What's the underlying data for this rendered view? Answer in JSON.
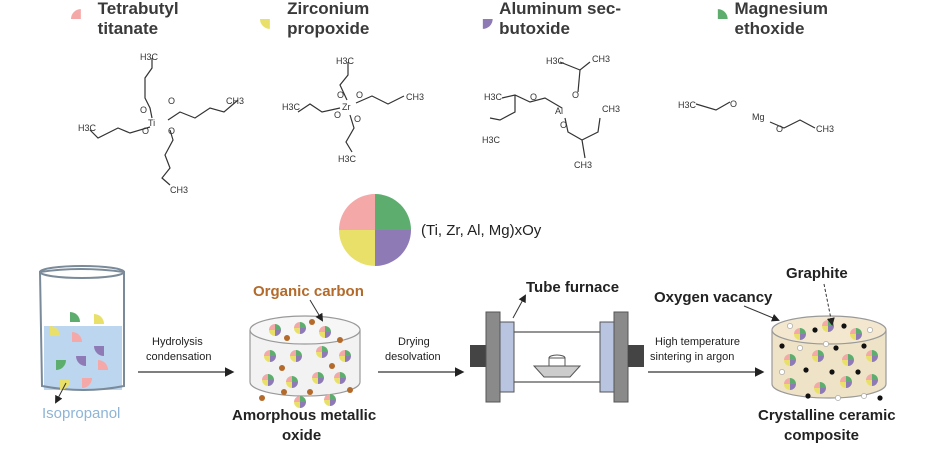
{
  "legend": [
    {
      "label": "Tetrabutyl titanate",
      "color": "#f4a8a8",
      "shape": "pink-quarter-icon"
    },
    {
      "label": "Zirconium propoxide",
      "color": "#e9e06a",
      "shape": "yellow-quarter-icon"
    },
    {
      "label": "Aluminum sec-butoxide",
      "color": "#8e7ab5",
      "shape": "purple-quarter-icon"
    },
    {
      "label": "Magnesium ethoxide",
      "color": "#5dae6e",
      "shape": "green-quarter-icon"
    }
  ],
  "molecules": {
    "ti": {
      "center": "Ti",
      "o": "O",
      "ch3": "H3C",
      "ch3r": "CH3"
    },
    "zr": {
      "center": "Zr",
      "o": "O",
      "ch3": "H3C",
      "ch3r": "CH3"
    },
    "al": {
      "center": "Al",
      "o": "O",
      "ch3": "H3C",
      "ch3r": "CH3"
    },
    "mg": {
      "center": "Mg",
      "o": "O",
      "ch3": "H3C",
      "ch3r": "CH3"
    }
  },
  "formula": "(Ti, Zr, Al, Mg)xOy",
  "process": {
    "isopropanol": "Isopropanol",
    "step1": [
      "Hydrolysis",
      "condensation"
    ],
    "organic_carbon": "Organic carbon",
    "amorphous": [
      "Amorphous metallic",
      "oxide"
    ],
    "step2": [
      "Drying",
      "desolvation"
    ],
    "tube_furnace": "Tube furnace",
    "step3": [
      "High temperature",
      "sintering in argon"
    ],
    "oxygen_vacancy": "Oxygen vacancy",
    "graphite": "Graphite",
    "crystalline": [
      "Crystalline ceramic",
      "composite"
    ]
  },
  "colors": {
    "pink": "#f4a8a8",
    "yellow": "#e9e06a",
    "purple": "#8e7ab5",
    "green": "#5dae6e",
    "blue_label": "#8fb4d6",
    "brown_label": "#b36a2a",
    "liquid": "#bcd6f0"
  }
}
